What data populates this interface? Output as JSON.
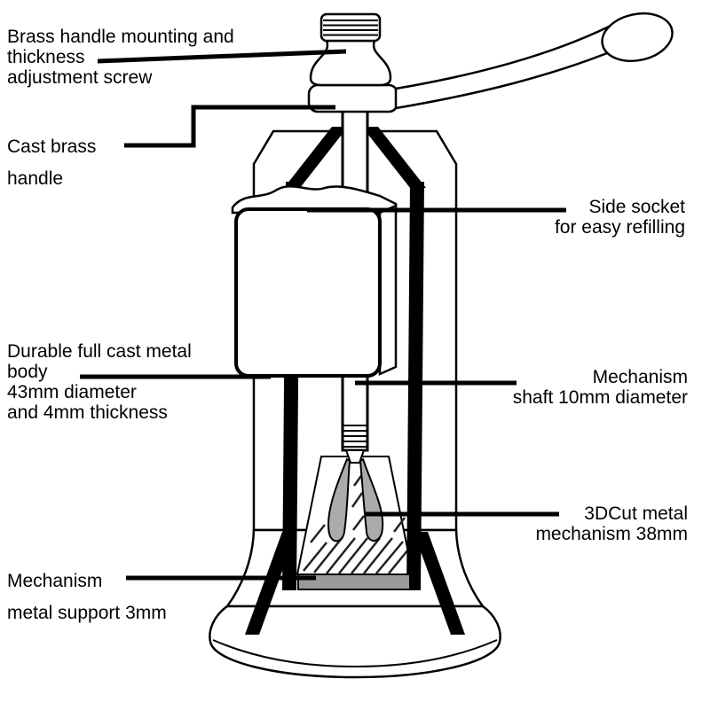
{
  "labels": {
    "screw": "Brass handle mounting and\nthickness\nadjustment screw",
    "handle": "Cast brass\nhandle",
    "socket": "Side socket\nfor easy refilling",
    "body": "Durable full cast metal\nbody\n43mm diameter\nand 4mm thickness",
    "shaft": "Mechanism\nshaft 10mm diameter",
    "mechanism": "3DCut metal\nmechanism 38mm",
    "support": "Mechanism\nmetal support 3mm"
  },
  "colors": {
    "ink": "#000000",
    "burr_gray": "#ababab",
    "support_plate_gray": "#9a9a9a",
    "background": "#ffffff"
  }
}
